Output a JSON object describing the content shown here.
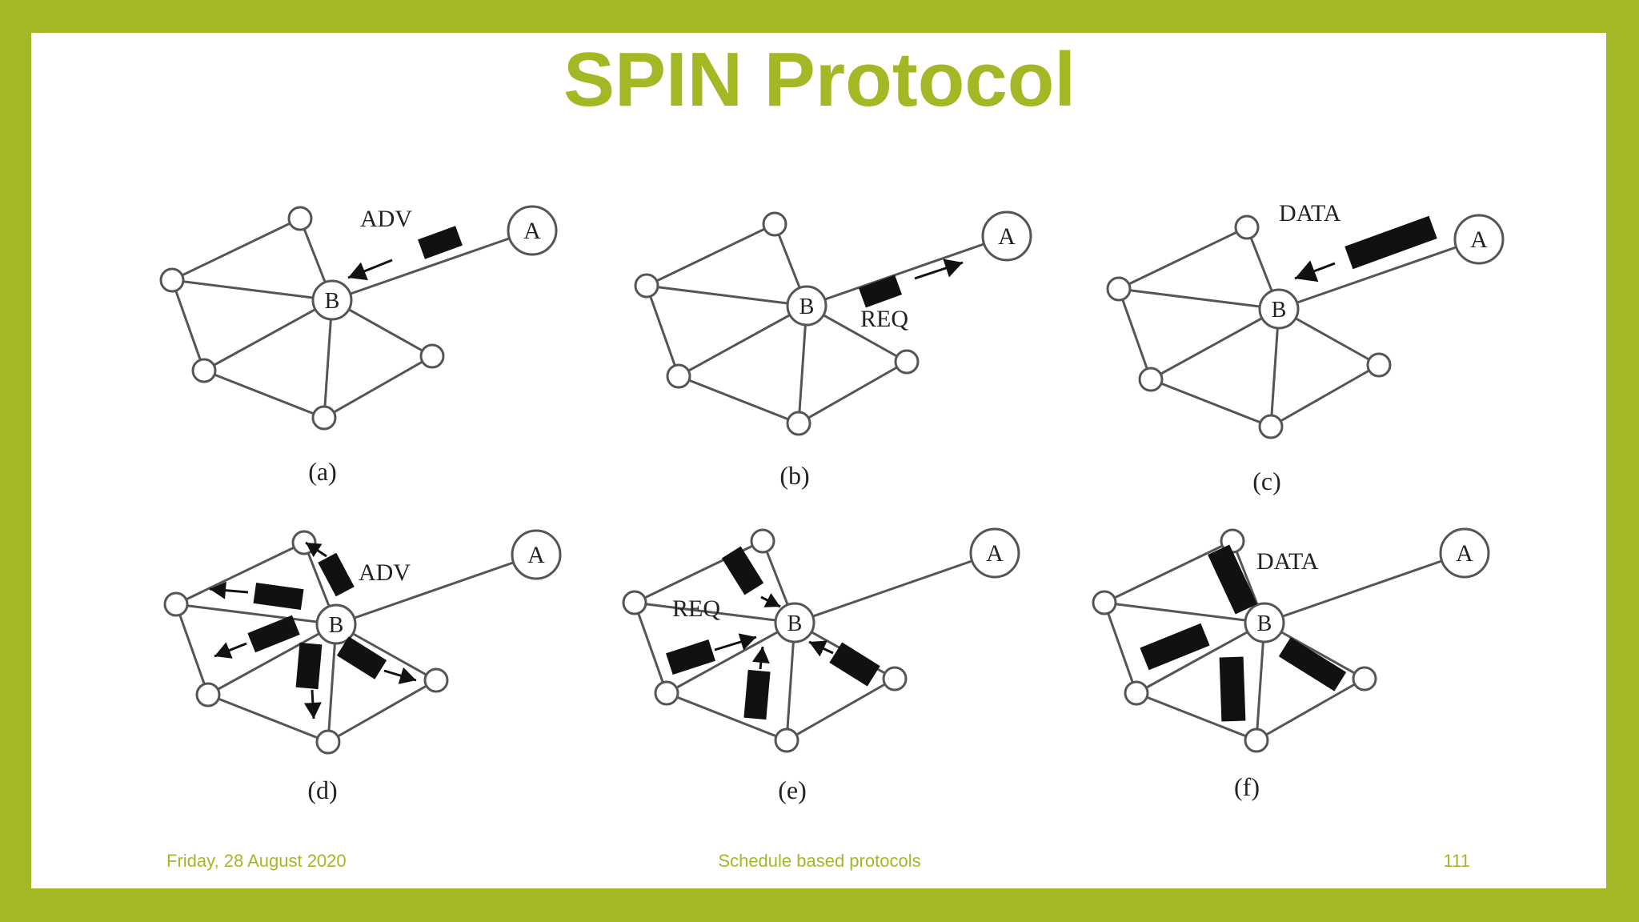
{
  "slide": {
    "title": "SPIN Protocol",
    "accent_color": "#a4b826",
    "background_color": "#ffffff",
    "footer": {
      "date": "Friday, 28 August 2020",
      "center": "Schedule based protocols",
      "page": "111"
    }
  },
  "figure": {
    "panels": [
      {
        "caption": "(a)",
        "message": "ADV",
        "node_a": "A",
        "node_b": "B"
      },
      {
        "caption": "(b)",
        "message": "REQ",
        "node_a": "A",
        "node_b": "B"
      },
      {
        "caption": "(c)",
        "message": "DATA",
        "node_a": "A",
        "node_b": "B"
      },
      {
        "caption": "(d)",
        "message": "ADV",
        "node_a": "A",
        "node_b": "B"
      },
      {
        "caption": "(e)",
        "message": "REQ",
        "node_a": "A",
        "node_b": "B"
      },
      {
        "caption": "(f)",
        "message": "DATA",
        "node_a": "A",
        "node_b": "B"
      }
    ]
  }
}
